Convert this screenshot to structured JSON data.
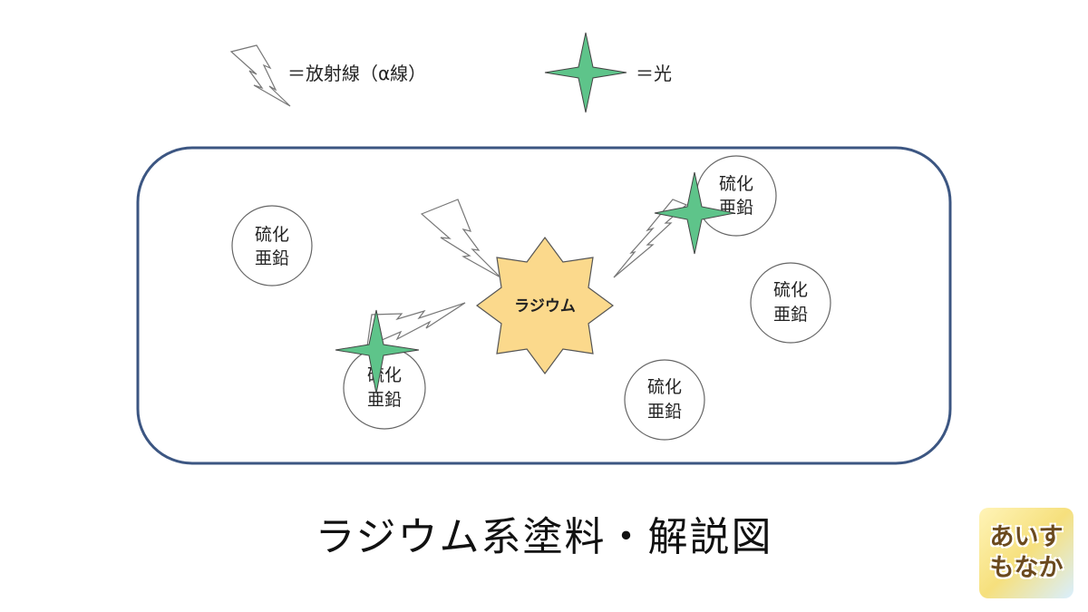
{
  "legend": {
    "radiation_label": "＝放射線（α線）",
    "light_label": "＝光"
  },
  "center": {
    "label": "ラジウム"
  },
  "particle_label_line1": "硫化",
  "particle_label_line2": "亜鉛",
  "caption": "ラジウム系塗料・解説図",
  "logo": {
    "line1": "あいす",
    "line2": "もなか"
  },
  "colors": {
    "container_border": "#3c5682",
    "radium_fill": "#fbd98c",
    "light_star_fill": "#5ec48a",
    "circle_border": "#666666",
    "bolt_stroke": "#777777"
  },
  "icons": {
    "radiation": "lightning-bolt-icon",
    "light": "four-point-star-icon"
  }
}
